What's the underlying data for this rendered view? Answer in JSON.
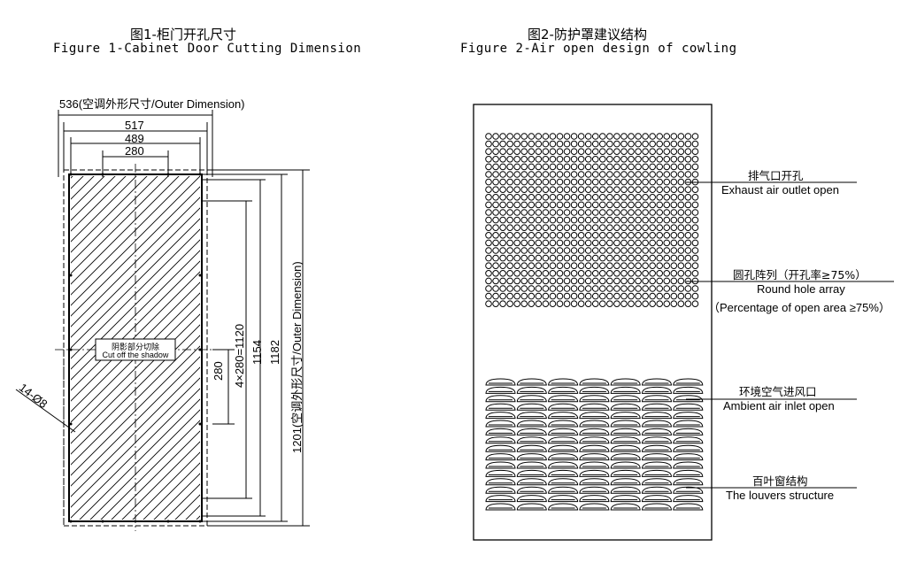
{
  "figure1": {
    "title_zh": "图1-柜门开孔尺寸",
    "title_en": "Figure 1-Cabinet Door Cutting Dimension",
    "dim_outer_width": "536(空调外形尺寸/Outer Dimension)",
    "dim_517": "517",
    "dim_489": "489",
    "dim_280_top": "280",
    "dim_280_left": "280",
    "dim_4x280": "4×280=1120",
    "dim_1154": "1154",
    "dim_1182": "1182",
    "dim_1201": "1201(空调外形尺寸/Outer Dimension)",
    "holes": "14-Ø8",
    "shadow_zh": "阴影部分切除",
    "shadow_en": "Cut off the shadow"
  },
  "figure2": {
    "title_zh": "图2-防护罩建议结构",
    "title_en": "Figure 2-Air open design of cowling",
    "exhaust_zh": "排气口开孔",
    "exhaust_en": "Exhaust air outlet open",
    "round_zh": "圆孔阵列（开孔率≥75%）",
    "round_en": "Round hole array",
    "round_en2": "（Percentage of open area ≥75%）",
    "inlet_zh": "环境空气进风口",
    "inlet_en": "Ambient air inlet open",
    "louver_zh": "百叶窗结构",
    "louver_en": "The louvers structure"
  }
}
